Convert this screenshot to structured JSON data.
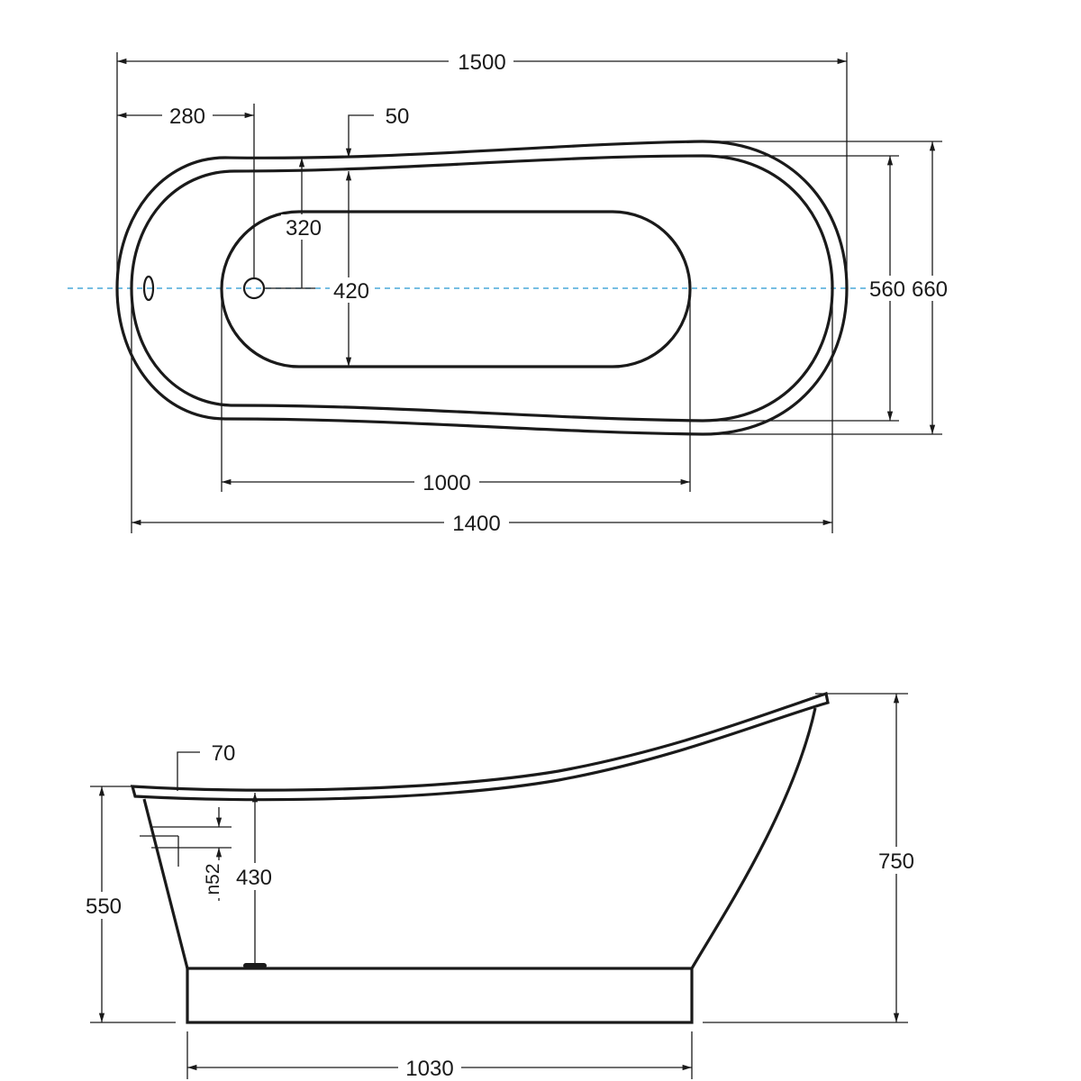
{
  "top_view": {
    "overall_length": "1500",
    "drain_offset": "280",
    "rim_width": "50",
    "drain_to_rim": "320",
    "basin_width": "420",
    "inner_width": "560",
    "overall_width": "660",
    "basin_length": "1000",
    "inner_length": "1400",
    "centerline_color": "#4aa8d8"
  },
  "side_view": {
    "rim_thickness": "70",
    "overflow_spacing": "n52",
    "interior_depth": "430",
    "low_end_height": "550",
    "high_end_height": "750",
    "base_length": "1030"
  }
}
